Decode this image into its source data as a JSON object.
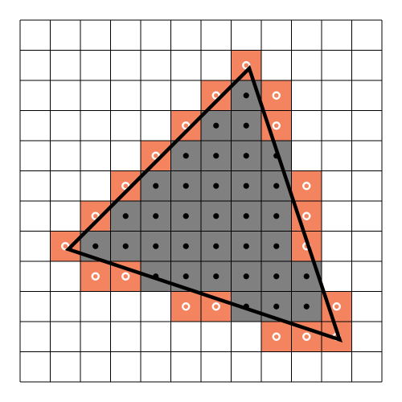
{
  "colors": {
    "background": "#ffffff",
    "grid_line": "#000000",
    "edge_cell": "#f4845f",
    "inside_cell": "#808080",
    "inside_dot": "#000000",
    "edge_marker_ring": "#ffffff",
    "triangle_outline": "#000000"
  },
  "grid": {
    "cols": 12,
    "rows": 12
  },
  "triangle": [
    [
      1.6,
      7.6
    ],
    [
      7.6,
      1.6
    ],
    [
      10.6,
      10.6
    ]
  ],
  "edge_cells": [
    [
      7,
      1
    ],
    [
      6,
      2
    ],
    [
      8,
      2
    ],
    [
      5,
      3
    ],
    [
      8,
      3
    ],
    [
      4,
      4
    ],
    [
      3,
      5
    ],
    [
      9,
      5
    ],
    [
      2,
      6
    ],
    [
      9,
      6
    ],
    [
      1,
      7
    ],
    [
      9,
      7
    ],
    [
      2,
      8
    ],
    [
      3,
      8
    ],
    [
      5,
      9
    ],
    [
      6,
      9
    ],
    [
      10,
      9
    ],
    [
      8,
      10
    ],
    [
      9,
      10
    ],
    [
      10,
      10
    ]
  ],
  "inside_cells": [
    [
      7,
      2
    ],
    [
      6,
      3
    ],
    [
      7,
      3
    ],
    [
      5,
      4
    ],
    [
      6,
      4
    ],
    [
      7,
      4
    ],
    [
      8,
      4
    ],
    [
      4,
      5
    ],
    [
      5,
      5
    ],
    [
      6,
      5
    ],
    [
      7,
      5
    ],
    [
      8,
      5
    ],
    [
      3,
      6
    ],
    [
      4,
      6
    ],
    [
      5,
      6
    ],
    [
      6,
      6
    ],
    [
      7,
      6
    ],
    [
      8,
      6
    ],
    [
      2,
      7
    ],
    [
      3,
      7
    ],
    [
      4,
      7
    ],
    [
      5,
      7
    ],
    [
      6,
      7
    ],
    [
      7,
      7
    ],
    [
      8,
      7
    ],
    [
      4,
      8
    ],
    [
      5,
      8
    ],
    [
      6,
      8
    ],
    [
      7,
      8
    ],
    [
      8,
      8
    ],
    [
      9,
      8
    ],
    [
      7,
      9
    ],
    [
      8,
      9
    ],
    [
      9,
      9
    ]
  ]
}
